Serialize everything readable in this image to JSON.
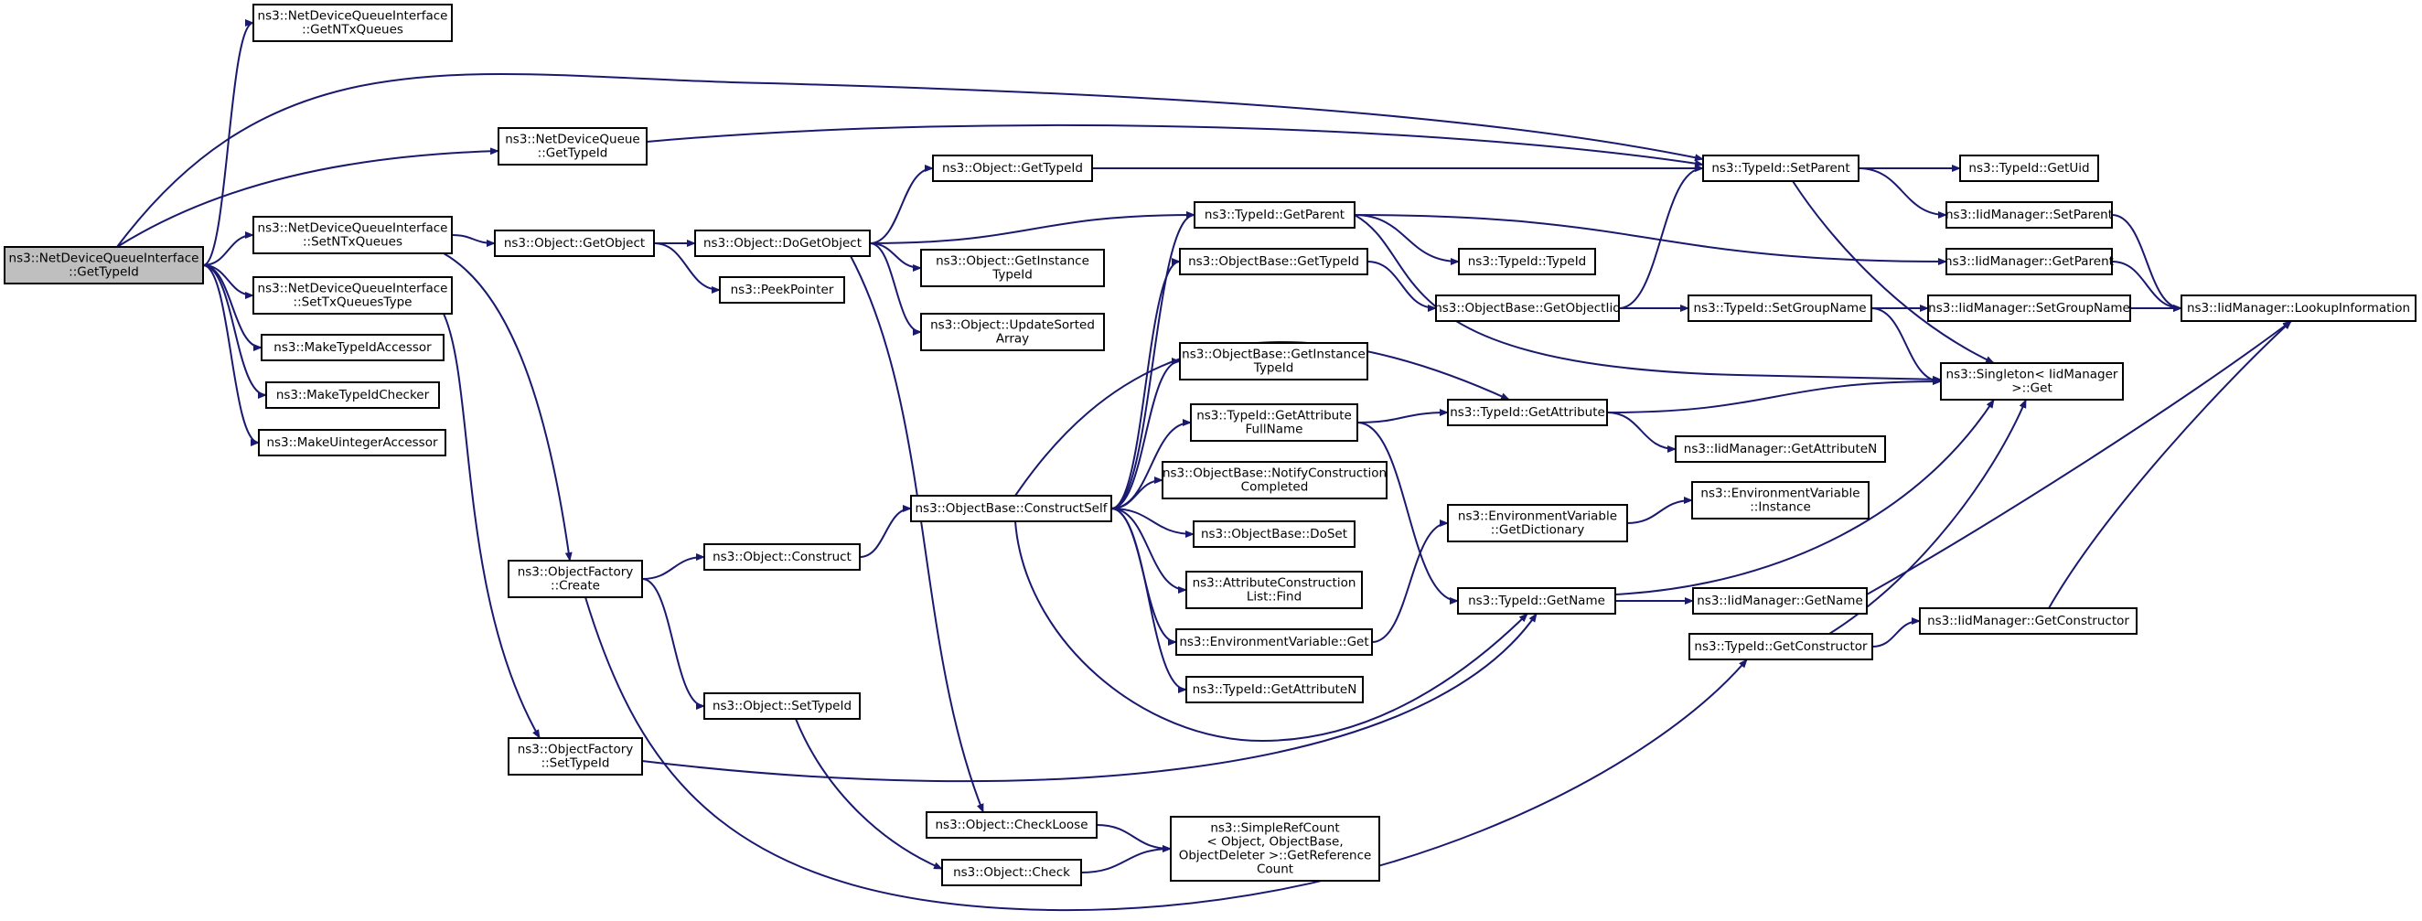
{
  "colors": {
    "edge": "#191970",
    "root_fill": "#bfbfbf",
    "node_fill": "#ffffff",
    "node_border": "#000000"
  },
  "nodes": [
    {
      "id": "root",
      "lines": [
        "ns3::NetDeviceQueueInterface",
        "::GetTypeId"
      ]
    },
    {
      "id": "getntx",
      "lines": [
        "ns3::NetDeviceQueueInterface",
        "::GetNTxQueues"
      ]
    },
    {
      "id": "ndq_gettid",
      "lines": [
        "ns3::NetDeviceQueue",
        "::GetTypeId"
      ]
    },
    {
      "id": "setntx",
      "lines": [
        "ns3::NetDeviceQueueInterface",
        "::SetNTxQueues"
      ]
    },
    {
      "id": "settxqt",
      "lines": [
        "ns3::NetDeviceQueueInterface",
        "::SetTxQueuesType"
      ]
    },
    {
      "id": "mk_tidacc",
      "lines": [
        "ns3::MakeTypeIdAccessor"
      ]
    },
    {
      "id": "mk_tidchk",
      "lines": [
        "ns3::MakeTypeIdChecker"
      ]
    },
    {
      "id": "mk_uintacc",
      "lines": [
        "ns3::MakeUintegerAccessor"
      ]
    },
    {
      "id": "obj_getobj",
      "lines": [
        "ns3::Object::GetObject"
      ]
    },
    {
      "id": "obj_dogetobj",
      "lines": [
        "ns3::Object::DoGetObject"
      ]
    },
    {
      "id": "peekptr",
      "lines": [
        "ns3::PeekPointer"
      ]
    },
    {
      "id": "obj_gettid",
      "lines": [
        "ns3::Object::GetTypeId"
      ]
    },
    {
      "id": "obj_getinst",
      "lines": [
        "ns3::Object::GetInstance",
        "TypeId"
      ]
    },
    {
      "id": "obj_updsorted",
      "lines": [
        "ns3::Object::UpdateSorted",
        "Array"
      ]
    },
    {
      "id": "of_create",
      "lines": [
        "ns3::ObjectFactory",
        "::Create"
      ]
    },
    {
      "id": "obj_construct",
      "lines": [
        "ns3::Object::Construct"
      ]
    },
    {
      "id": "obj_settid",
      "lines": [
        "ns3::Object::SetTypeId"
      ]
    },
    {
      "id": "of_settid",
      "lines": [
        "ns3::ObjectFactory",
        "::SetTypeId"
      ]
    },
    {
      "id": "ob_constructself",
      "lines": [
        "ns3::ObjectBase::ConstructSelf"
      ]
    },
    {
      "id": "obj_checkloose",
      "lines": [
        "ns3::Object::CheckLoose"
      ]
    },
    {
      "id": "obj_check",
      "lines": [
        "ns3::Object::Check"
      ]
    },
    {
      "id": "simplerefcount",
      "lines": [
        "ns3::SimpleRefCount",
        "< Object, ObjectBase,",
        " ObjectDeleter >::GetReference",
        "Count"
      ]
    },
    {
      "id": "tid_getparent",
      "lines": [
        "ns3::TypeId::GetParent"
      ]
    },
    {
      "id": "ob_gettid",
      "lines": [
        "ns3::ObjectBase::GetTypeId"
      ]
    },
    {
      "id": "ob_getinst",
      "lines": [
        "ns3::ObjectBase::GetInstance",
        "TypeId"
      ]
    },
    {
      "id": "tid_getattrfull",
      "lines": [
        "ns3::TypeId::GetAttribute",
        "FullName"
      ]
    },
    {
      "id": "ob_notify",
      "lines": [
        "ns3::ObjectBase::NotifyConstruction",
        "Completed"
      ]
    },
    {
      "id": "ob_doset",
      "lines": [
        "ns3::ObjectBase::DoSet"
      ]
    },
    {
      "id": "acl_find",
      "lines": [
        "ns3::AttributeConstruction",
        "List::Find"
      ]
    },
    {
      "id": "env_get",
      "lines": [
        "ns3::EnvironmentVariable::Get"
      ]
    },
    {
      "id": "tid_getattrn",
      "lines": [
        "ns3::TypeId::GetAttributeN"
      ]
    },
    {
      "id": "tid_typeid",
      "lines": [
        "ns3::TypeId::TypeId"
      ]
    },
    {
      "id": "ob_getobjiid",
      "lines": [
        "ns3::ObjectBase::GetObjectIid"
      ]
    },
    {
      "id": "tid_getattr",
      "lines": [
        "ns3::TypeId::GetAttribute"
      ]
    },
    {
      "id": "env_getdict",
      "lines": [
        "ns3::EnvironmentVariable",
        "::GetDictionary"
      ]
    },
    {
      "id": "tid_getname",
      "lines": [
        "ns3::TypeId::GetName"
      ]
    },
    {
      "id": "tid_setparent",
      "lines": [
        "ns3::TypeId::SetParent"
      ]
    },
    {
      "id": "tid_setgroup",
      "lines": [
        "ns3::TypeId::SetGroupName"
      ]
    },
    {
      "id": "tid_getctor",
      "lines": [
        "ns3::TypeId::GetConstructor"
      ]
    },
    {
      "id": "iid_getattrn",
      "lines": [
        "ns3::IidManager::GetAttributeN"
      ]
    },
    {
      "id": "env_instance",
      "lines": [
        "ns3::EnvironmentVariable",
        "::Instance"
      ]
    },
    {
      "id": "iid_getname",
      "lines": [
        "ns3::IidManager::GetName"
      ]
    },
    {
      "id": "tid_getuid",
      "lines": [
        "ns3::TypeId::GetUid"
      ]
    },
    {
      "id": "iid_setparent",
      "lines": [
        "ns3::IidManager::SetParent"
      ]
    },
    {
      "id": "iid_getparent",
      "lines": [
        "ns3::IidManager::GetParent"
      ]
    },
    {
      "id": "iid_setgroup",
      "lines": [
        "ns3::IidManager::SetGroupName"
      ]
    },
    {
      "id": "singleton_get",
      "lines": [
        "ns3::Singleton< IidManager",
        " >::Get"
      ]
    },
    {
      "id": "iid_getctor",
      "lines": [
        "ns3::IidManager::GetConstructor"
      ]
    },
    {
      "id": "iid_lookup",
      "lines": [
        "ns3::IidManager::LookupInformation"
      ]
    }
  ],
  "edges": [
    [
      "root",
      "getntx"
    ],
    [
      "root",
      "tid_setparent"
    ],
    [
      "root",
      "ndq_gettid"
    ],
    [
      "root",
      "setntx"
    ],
    [
      "root",
      "settxqt"
    ],
    [
      "root",
      "mk_tidacc"
    ],
    [
      "root",
      "mk_tidchk"
    ],
    [
      "root",
      "mk_uintacc"
    ],
    [
      "ndq_gettid",
      "tid_setparent"
    ],
    [
      "setntx",
      "obj_getobj"
    ],
    [
      "setntx",
      "of_create"
    ],
    [
      "settxqt",
      "of_settid"
    ],
    [
      "obj_getobj",
      "obj_dogetobj"
    ],
    [
      "obj_getobj",
      "peekptr"
    ],
    [
      "obj_dogetobj",
      "obj_gettid"
    ],
    [
      "obj_dogetobj",
      "tid_getparent"
    ],
    [
      "obj_dogetobj",
      "obj_getinst"
    ],
    [
      "obj_dogetobj",
      "obj_updsorted"
    ],
    [
      "obj_dogetobj",
      "obj_checkloose"
    ],
    [
      "obj_gettid",
      "tid_setparent"
    ],
    [
      "of_create",
      "obj_construct"
    ],
    [
      "of_create",
      "obj_settid"
    ],
    [
      "of_create",
      "tid_getctor"
    ],
    [
      "of_settid",
      "tid_getname"
    ],
    [
      "obj_construct",
      "ob_constructself"
    ],
    [
      "obj_settid",
      "obj_check"
    ],
    [
      "obj_checkloose",
      "simplerefcount"
    ],
    [
      "obj_check",
      "simplerefcount"
    ],
    [
      "ob_constructself",
      "tid_getparent"
    ],
    [
      "ob_constructself",
      "ob_gettid"
    ],
    [
      "ob_constructself",
      "tid_getattr"
    ],
    [
      "ob_constructself",
      "ob_getinst"
    ],
    [
      "ob_constructself",
      "tid_getattrfull"
    ],
    [
      "ob_constructself",
      "ob_notify"
    ],
    [
      "ob_constructself",
      "ob_doset"
    ],
    [
      "ob_constructself",
      "acl_find"
    ],
    [
      "ob_constructself",
      "env_get"
    ],
    [
      "ob_constructself",
      "tid_getattrn"
    ],
    [
      "ob_constructself",
      "tid_getname"
    ],
    [
      "tid_getparent",
      "tid_typeid"
    ],
    [
      "tid_getparent",
      "iid_getparent"
    ],
    [
      "tid_getparent",
      "singleton_get"
    ],
    [
      "ob_gettid",
      "ob_getobjiid"
    ],
    [
      "ob_getobjiid",
      "tid_setparent"
    ],
    [
      "ob_getobjiid",
      "tid_setgroup"
    ],
    [
      "tid_getattrfull",
      "tid_getattr"
    ],
    [
      "tid_getattrfull",
      "tid_getname"
    ],
    [
      "tid_getattr",
      "singleton_get"
    ],
    [
      "tid_getattr",
      "iid_getattrn"
    ],
    [
      "env_get",
      "env_getdict"
    ],
    [
      "env_getdict",
      "env_instance"
    ],
    [
      "tid_getname",
      "singleton_get"
    ],
    [
      "tid_getname",
      "iid_getname"
    ],
    [
      "tid_setparent",
      "tid_getuid"
    ],
    [
      "tid_setparent",
      "iid_setparent"
    ],
    [
      "tid_setparent",
      "singleton_get"
    ],
    [
      "tid_setgroup",
      "iid_setgroup"
    ],
    [
      "tid_setgroup",
      "singleton_get"
    ],
    [
      "tid_getctor",
      "singleton_get"
    ],
    [
      "tid_getctor",
      "iid_getctor"
    ],
    [
      "iid_getname",
      "iid_lookup"
    ],
    [
      "iid_setparent",
      "iid_lookup"
    ],
    [
      "iid_getparent",
      "iid_lookup"
    ],
    [
      "iid_setgroup",
      "iid_lookup"
    ],
    [
      "iid_getctor",
      "iid_lookup"
    ]
  ]
}
